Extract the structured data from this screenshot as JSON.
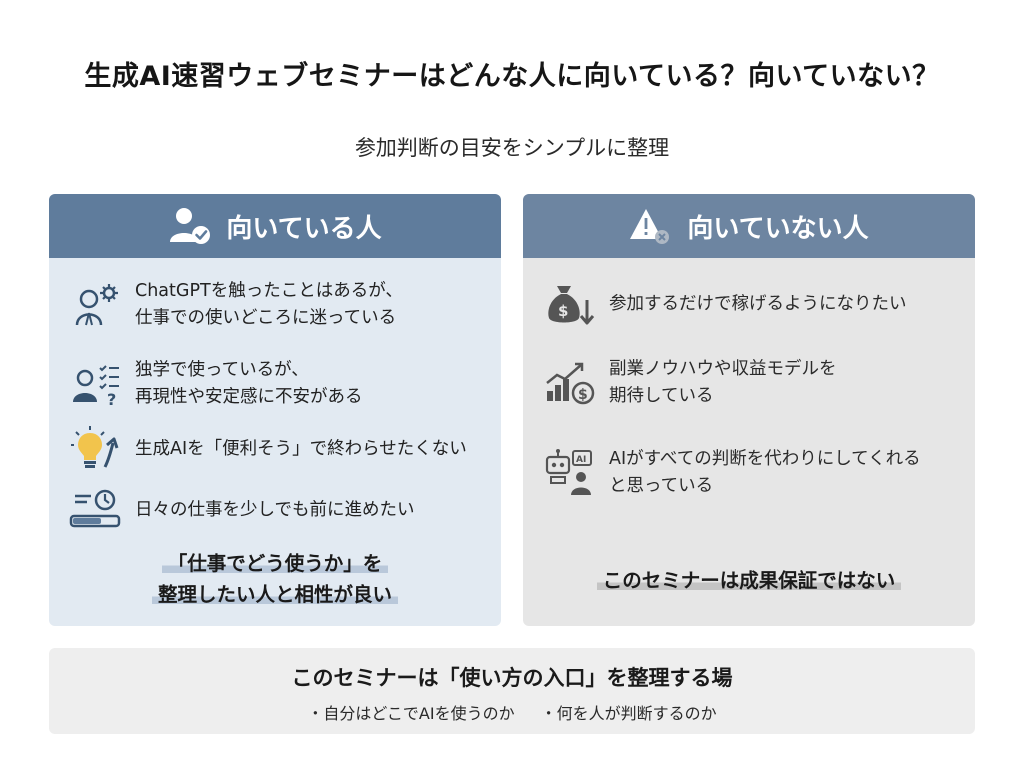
{
  "header": {
    "title": "生成AI速習ウェブセミナーはどんな人に向いている？向いていない？",
    "subtitle": "参加判断の目安をシンプルに整理"
  },
  "suited": {
    "heading": "向いている人",
    "heading_icon": "person-check-icon",
    "items": [
      {
        "icon": "person-gear-icon",
        "line1": "ChatGPTを触ったことはあるが、",
        "line2": "仕事での使いどころに迷っている"
      },
      {
        "icon": "person-checklist-icon",
        "line1": "独学で使っているが、",
        "line2": "再現性や安定感に不安がある"
      },
      {
        "icon": "lightbulb-arrow-icon",
        "line1": "生成AIを「便利そう」で終わらせたくない",
        "line2": ""
      },
      {
        "icon": "progress-clock-icon",
        "line1": "日々の仕事を少しでも前に進めたい",
        "line2": ""
      }
    ],
    "summary_line1": "「仕事でどう使うか」を",
    "summary_line2": "整理したい人と相性が良い"
  },
  "not_suited": {
    "heading": "向いていない人",
    "heading_icon": "warning-x-icon",
    "items": [
      {
        "icon": "money-bag-down-icon",
        "line1": "参加するだけで稼げるようになりたい",
        "line2": ""
      },
      {
        "icon": "bar-chart-dollar-icon",
        "line1": "副業ノウハウや収益モデルを",
        "line2": "期待している"
      },
      {
        "icon": "robot-person-icon",
        "line1": "AIがすべての判断を代わりにしてくれる",
        "line2": "と思っている"
      }
    ],
    "summary_line1": "このセミナーは成果保証ではない"
  },
  "bottom": {
    "title": "このセミナーは「使い方の入口」を整理する場",
    "point1": "・自分はどこでAIを使うのか",
    "point2": "・何を人が判断するのか"
  },
  "colors": {
    "suited_header": "#5f7c9c",
    "suited_body": "#e2eaf2",
    "not_suited_header": "#6d85a1",
    "not_suited_body": "#e6e6e6"
  }
}
